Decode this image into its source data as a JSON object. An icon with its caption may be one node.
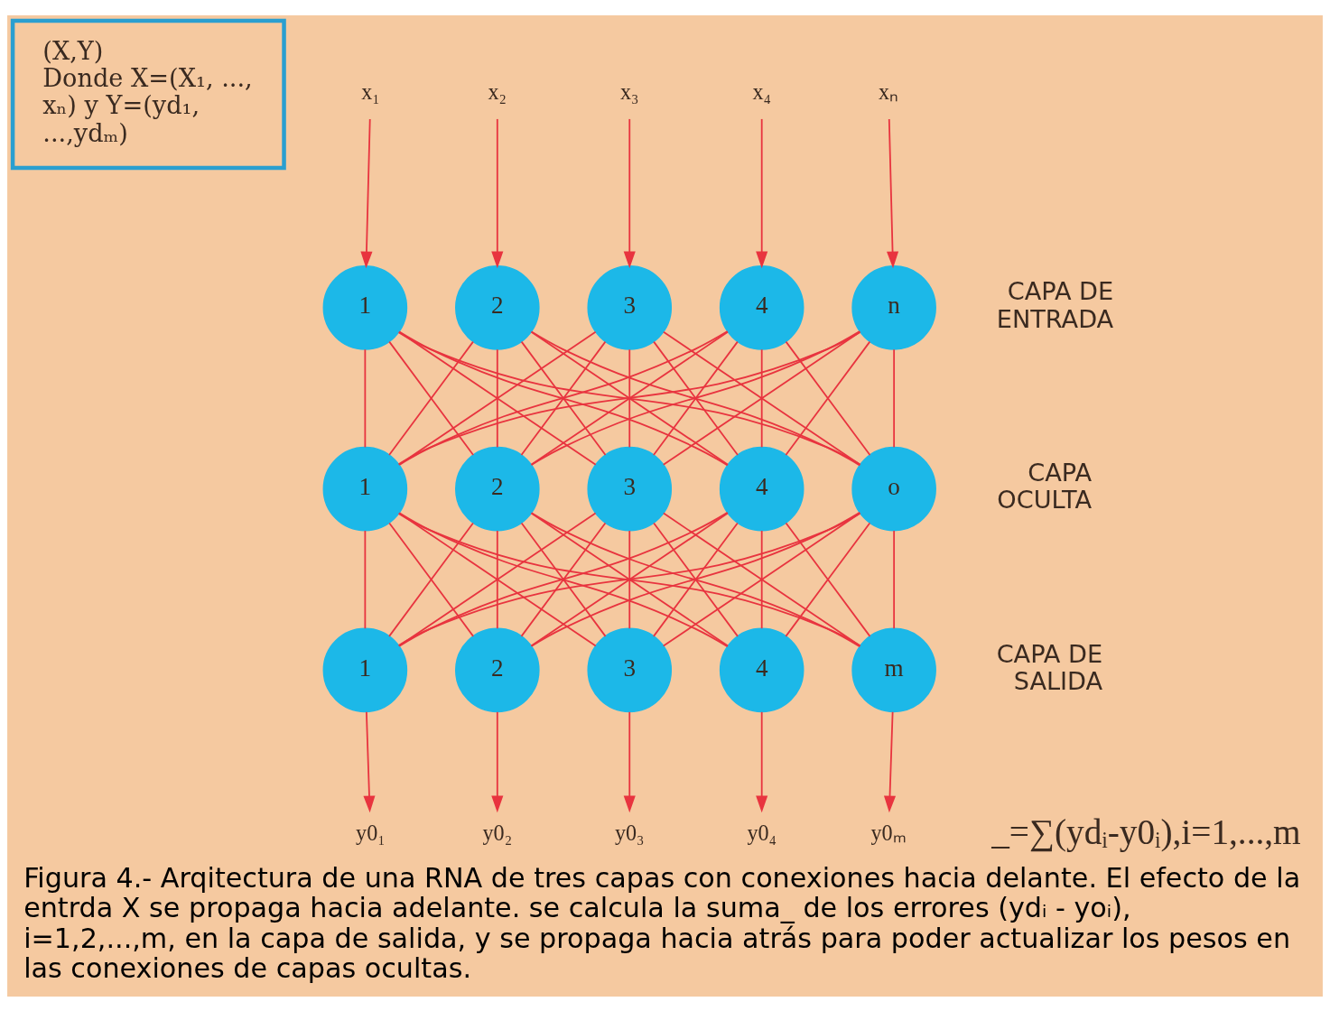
{
  "diagram": {
    "caption": "Figura 4.- Arqitectura de una RNA de tres capas con conexiones hacia delante. El efecto de la entrda X se propaga hacia adelante. se calcula la suma_ de los errores (ydᵢ - yoᵢ), i=1,2,...,m, en la capa de salida, y se propaga hacia atrás para poder actualizar los pesos en las conexiones de capas ocultas.",
    "nodes": [
      {
        "text": [
          "(X,Y)",
          "Donde X=(X₁, ..., xₙ) y Y=(yd₁, ...,ydₘ)"
        ]
      },
      {
        "text": [
          "x₁"
        ]
      },
      {
        "text": [
          "x₂"
        ]
      },
      {
        "text": [
          "x₃"
        ]
      },
      {
        "text": [
          "x₄"
        ]
      },
      {
        "text": [
          "xₙ"
        ]
      },
      {
        "text": [
          "1"
        ]
      },
      {
        "text": [
          "2"
        ]
      },
      {
        "text": [
          "3"
        ]
      },
      {
        "text": [
          "4"
        ]
      },
      {
        "text": [
          "n"
        ]
      },
      {
        "text": [
          "1"
        ]
      },
      {
        "text": [
          "2"
        ]
      },
      {
        "text": [
          "3"
        ]
      },
      {
        "text": [
          "4"
        ]
      },
      {
        "text": [
          "o"
        ]
      },
      {
        "text": [
          "1"
        ]
      },
      {
        "text": [
          "2"
        ]
      },
      {
        "text": [
          "3"
        ]
      },
      {
        "text": [
          "4"
        ]
      },
      {
        "text": [
          "m"
        ]
      },
      {
        "text": [
          "y0₁"
        ]
      },
      {
        "text": [
          "y0₂"
        ]
      },
      {
        "text": [
          "y0₃"
        ]
      },
      {
        "text": [
          "y0₄"
        ]
      },
      {
        "text": [
          "y0ₘ"
        ]
      }
    ],
    "edges": [
      {
        "from": 1,
        "to": 6,
        "arrow": "to"
      },
      {
        "from": 2,
        "to": 7,
        "arrow": "to"
      },
      {
        "from": 3,
        "to": 8,
        "arrow": "to"
      },
      {
        "from": 4,
        "to": 9,
        "arrow": "to"
      },
      {
        "from": 5,
        "to": 10,
        "arrow": "to"
      },
      {
        "from": 6,
        "to": 11,
        "arrow": "none"
      },
      {
        "from": 6,
        "to": 12,
        "arrow": "none"
      },
      {
        "from": 6,
        "to": 13,
        "arrow": "none"
      },
      {
        "from": 6,
        "to": 14,
        "arrow": "none"
      },
      {
        "from": 6,
        "to": 15,
        "arrow": "none"
      },
      {
        "from": 7,
        "to": 11,
        "arrow": "none"
      },
      {
        "from": 7,
        "to": 12,
        "arrow": "none"
      },
      {
        "from": 7,
        "to": 13,
        "arrow": "none"
      },
      {
        "from": 7,
        "to": 14,
        "arrow": "none"
      },
      {
        "from": 7,
        "to": 15,
        "arrow": "none"
      },
      {
        "from": 8,
        "to": 11,
        "arrow": "none"
      },
      {
        "from": 8,
        "to": 12,
        "arrow": "none"
      },
      {
        "from": 8,
        "to": 13,
        "arrow": "none"
      },
      {
        "from": 8,
        "to": 14,
        "arrow": "none"
      },
      {
        "from": 8,
        "to": 15,
        "arrow": "none"
      },
      {
        "from": 9,
        "to": 11,
        "arrow": "none"
      },
      {
        "from": 9,
        "to": 12,
        "arrow": "none"
      },
      {
        "from": 9,
        "to": 13,
        "arrow": "none"
      },
      {
        "from": 9,
        "to": 14,
        "arrow": "none"
      },
      {
        "from": 9,
        "to": 15,
        "arrow": "none"
      },
      {
        "from": 10,
        "to": 11,
        "arrow": "none"
      },
      {
        "from": 10,
        "to": 12,
        "arrow": "none"
      },
      {
        "from": 10,
        "to": 13,
        "arrow": "none"
      },
      {
        "from": 10,
        "to": 14,
        "arrow": "none"
      },
      {
        "from": 10,
        "to": 15,
        "arrow": "none"
      },
      {
        "from": 11,
        "to": 16,
        "arrow": "none"
      },
      {
        "from": 11,
        "to": 17,
        "arrow": "none"
      },
      {
        "from": 11,
        "to": 18,
        "arrow": "none"
      },
      {
        "from": 11,
        "to": 19,
        "arrow": "none"
      },
      {
        "from": 11,
        "to": 20,
        "arrow": "none"
      },
      {
        "from": 12,
        "to": 16,
        "arrow": "none"
      },
      {
        "from": 12,
        "to": 17,
        "arrow": "none"
      },
      {
        "from": 12,
        "to": 18,
        "arrow": "none"
      },
      {
        "from": 12,
        "to": 19,
        "arrow": "none"
      },
      {
        "from": 12,
        "to": 20,
        "arrow": "none"
      },
      {
        "from": 13,
        "to": 16,
        "arrow": "none"
      },
      {
        "from": 13,
        "to": 17,
        "arrow": "none"
      },
      {
        "from": 13,
        "to": 18,
        "arrow": "none"
      },
      {
        "from": 13,
        "to": 19,
        "arrow": "none"
      },
      {
        "from": 13,
        "to": 20,
        "arrow": "none"
      },
      {
        "from": 14,
        "to": 16,
        "arrow": "none"
      },
      {
        "from": 14,
        "to": 17,
        "arrow": "none"
      },
      {
        "from": 14,
        "to": 18,
        "arrow": "none"
      },
      {
        "from": 14,
        "to": 19,
        "arrow": "none"
      },
      {
        "from": 14,
        "to": 20,
        "arrow": "none"
      },
      {
        "from": 15,
        "to": 16,
        "arrow": "none"
      },
      {
        "from": 15,
        "to": 17,
        "arrow": "none"
      },
      {
        "from": 15,
        "to": 18,
        "arrow": "none"
      },
      {
        "from": 15,
        "to": 19,
        "arrow": "none"
      },
      {
        "from": 15,
        "to": 20,
        "arrow": "none"
      },
      {
        "from": 16,
        "to": 21,
        "arrow": "to"
      },
      {
        "from": 17,
        "to": 22,
        "arrow": "to"
      },
      {
        "from": 18,
        "to": 23,
        "arrow": "to"
      },
      {
        "from": 19,
        "to": 24,
        "arrow": "to"
      },
      {
        "from": 20,
        "to": 25,
        "arrow": "to"
      }
    ],
    "labels": [
      "CAPA DE ENTRADA",
      "CAPA OCULTA",
      "CAPA DE SALIDA",
      "_=∑(ydᵢ-y0ᵢ),i=1,...,m"
    ]
  }
}
